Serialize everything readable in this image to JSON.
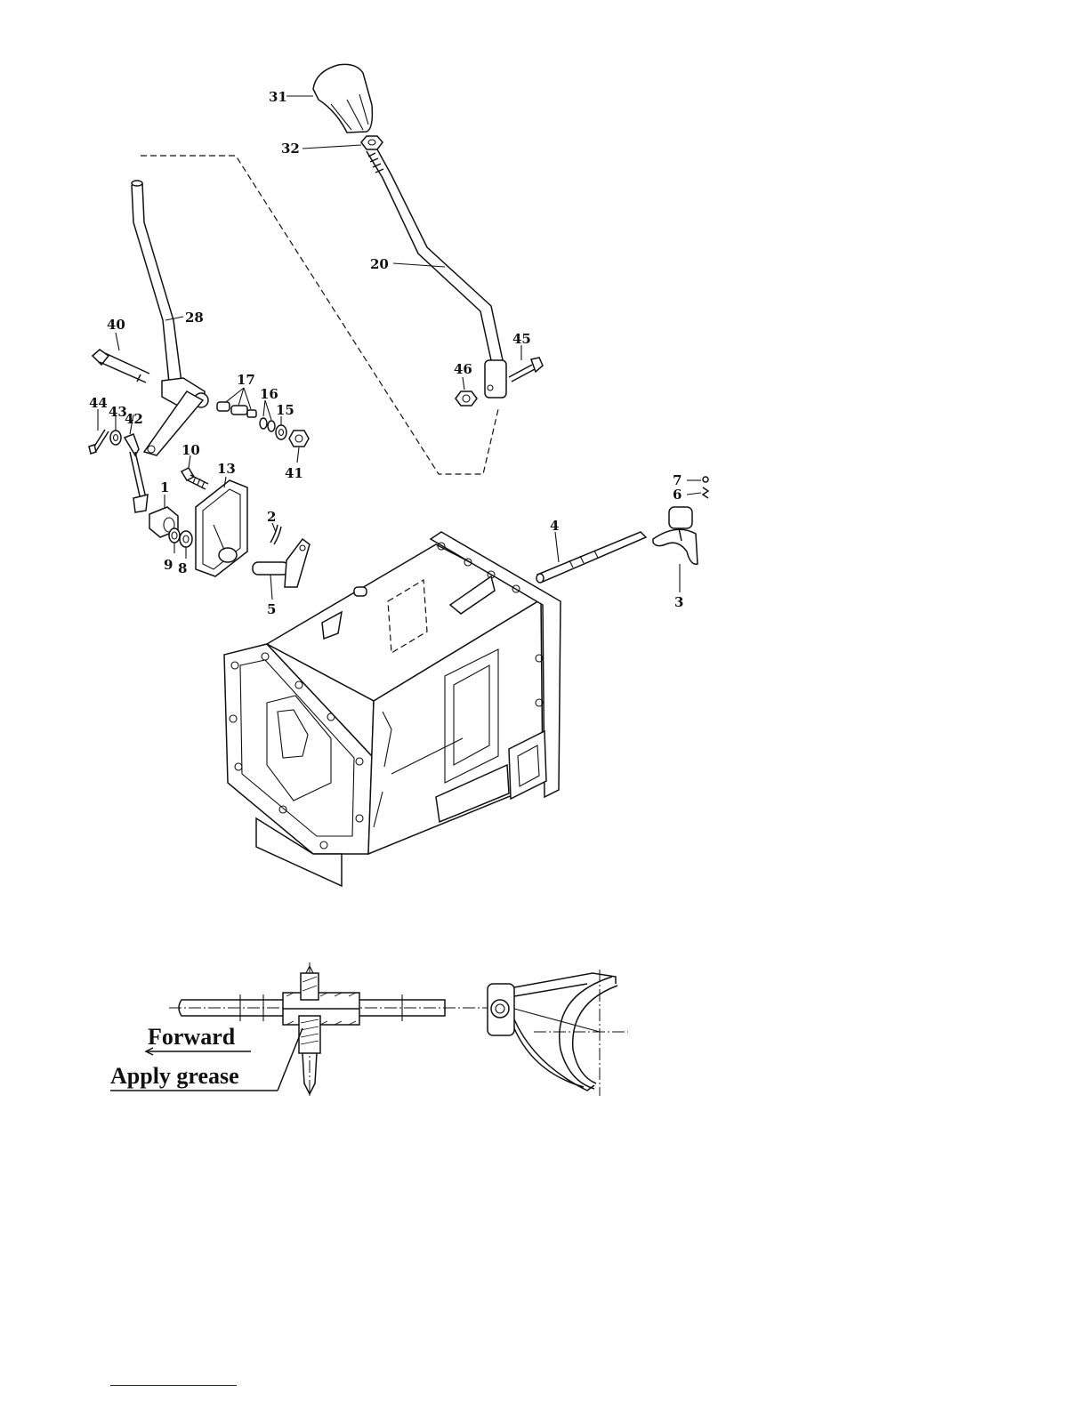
{
  "parts": {
    "p1": "1",
    "p2": "2",
    "p3": "3",
    "p4": "4",
    "p5": "5",
    "p6": "6",
    "p7": "7",
    "p8": "8",
    "p9": "9",
    "p10": "10",
    "p13": "13",
    "p15": "15",
    "p16": "16",
    "p17": "17",
    "p20": "20",
    "p28": "28",
    "p31": "31",
    "p32": "32",
    "p40": "40",
    "p41": "41",
    "p42": "42",
    "p43": "43",
    "p44": "44",
    "p45": "45",
    "p46": "46"
  },
  "detail": {
    "forward_label": "Forward",
    "grease_label": "Apply grease"
  }
}
